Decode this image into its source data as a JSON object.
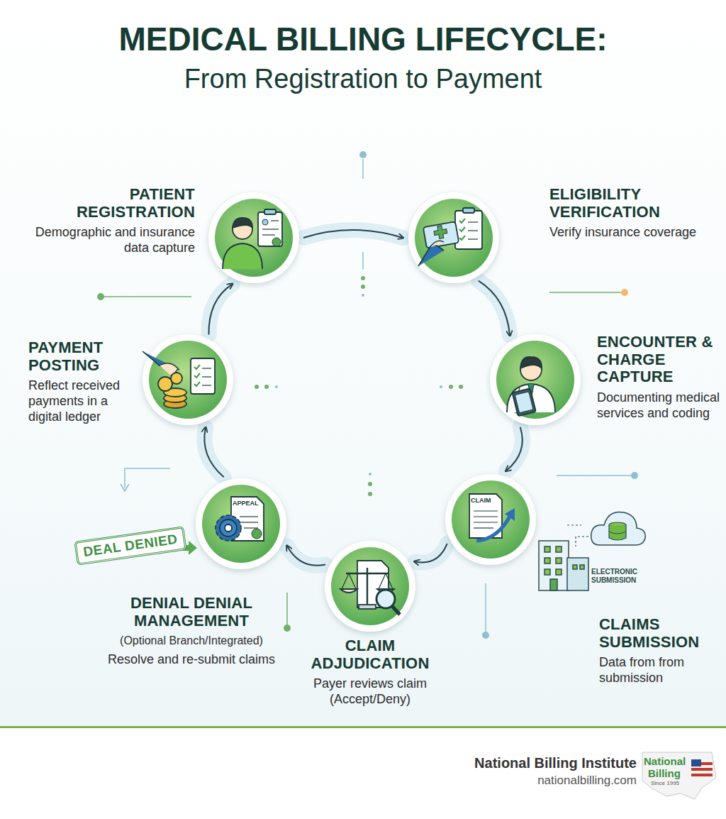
{
  "diagram": {
    "title": "MEDICAL BILLING LIFECYCLE:",
    "nodes": [
      {
        "text": [
          "PATIENT REGISTRATION",
          "Demographic and insurance data capture"
        ]
      },
      {
        "text": [
          "ELIGIBILITY VERIFICATION",
          "Verify insurance coverage"
        ]
      },
      {
        "text": [
          "ENCOUNTER & CHARGE CAPTURE",
          "Documenting medical services and coding"
        ]
      },
      {
        "text": [
          "CLAIMS SUBMISSION",
          "Data from from submission"
        ]
      },
      {
        "text": [
          "CLAIM ADJUDICATION",
          "Payer reviews claim (Accept/Deny)"
        ]
      },
      {
        "text": [
          "DENIAL DENIAL MANAGEMENT",
          "(Optional Branch/Integrated)",
          "Resolve and re-submit claims"
        ]
      },
      {
        "text": [
          "PAYMENT POSTING",
          "Reflect received payments in a digital ledger"
        ]
      }
    ],
    "edges": [
      {
        "from": 0,
        "to": 1,
        "arrow": "to"
      },
      {
        "from": 1,
        "to": 2,
        "arrow": "to"
      },
      {
        "from": 2,
        "to": 3,
        "arrow": "to"
      },
      {
        "from": 3,
        "to": 4,
        "arrow": "to"
      },
      {
        "from": 4,
        "to": 5,
        "arrow": "to"
      },
      {
        "from": 5,
        "to": 6,
        "arrow": "to"
      },
      {
        "from": 6,
        "to": 0,
        "arrow": "to"
      }
    ],
    "labels": [
      "From Registration to Payment",
      "CLAIM",
      "APPEAL",
      "DEAL DENIED",
      "ELECTRONIC SUBMISSION",
      "National Billing Institute",
      "nationalbilling.com",
      "National",
      "Billing",
      "Since 1995"
    ]
  }
}
